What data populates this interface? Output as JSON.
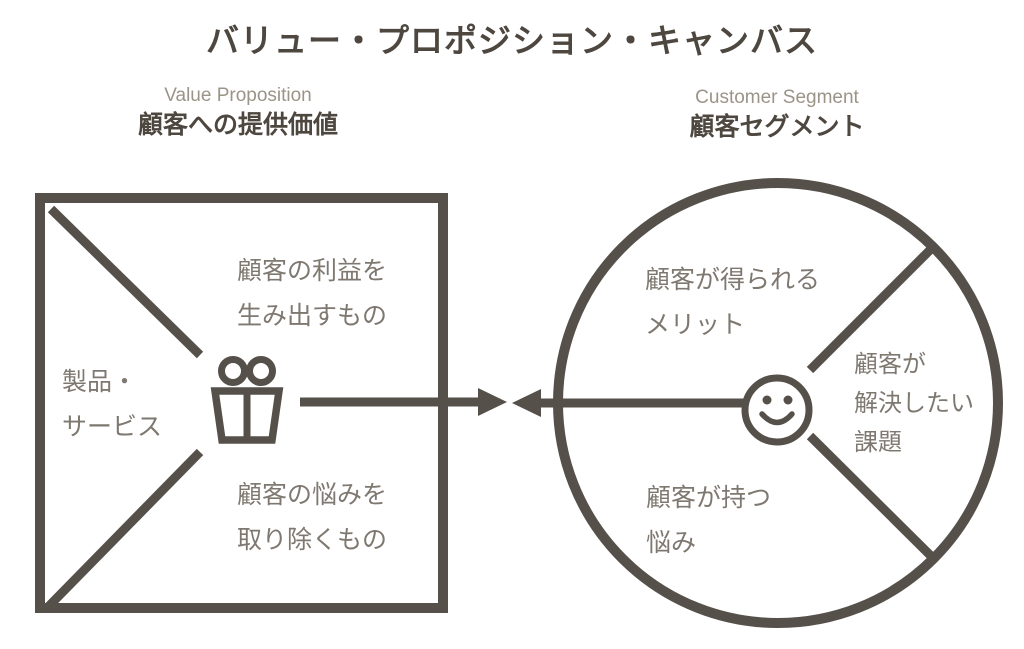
{
  "title": "バリュー・プロポジション・キャンバス",
  "value_proposition": {
    "heading_en": "Value Proposition",
    "heading_ja": "顧客への提供価値",
    "gain_creators": {
      "line1": "顧客の利益を",
      "line2": "生み出すもの"
    },
    "products_services": {
      "line1": "製品・",
      "line2": "サービス"
    },
    "pain_relievers": {
      "line1": "顧客の悩みを",
      "line2": "取り除くもの"
    }
  },
  "customer_segment": {
    "heading_en": "Customer Segment",
    "heading_ja": "顧客セグメント",
    "gains": {
      "line1": "顧客が得られる",
      "line2": "メリット"
    },
    "jobs": {
      "line1": "顧客が",
      "line2": "解決したい",
      "line3": "課題"
    },
    "pains": {
      "line1": "顧客が持つ",
      "line2": "悩み"
    }
  },
  "icons": {
    "gift": "gift-icon",
    "smiley": "smiley-face-icon"
  },
  "colors": {
    "stroke": "#56504a",
    "title_text": "#4e4740",
    "heading_en_text": "#9b9488",
    "label_text": "#7e7870"
  }
}
